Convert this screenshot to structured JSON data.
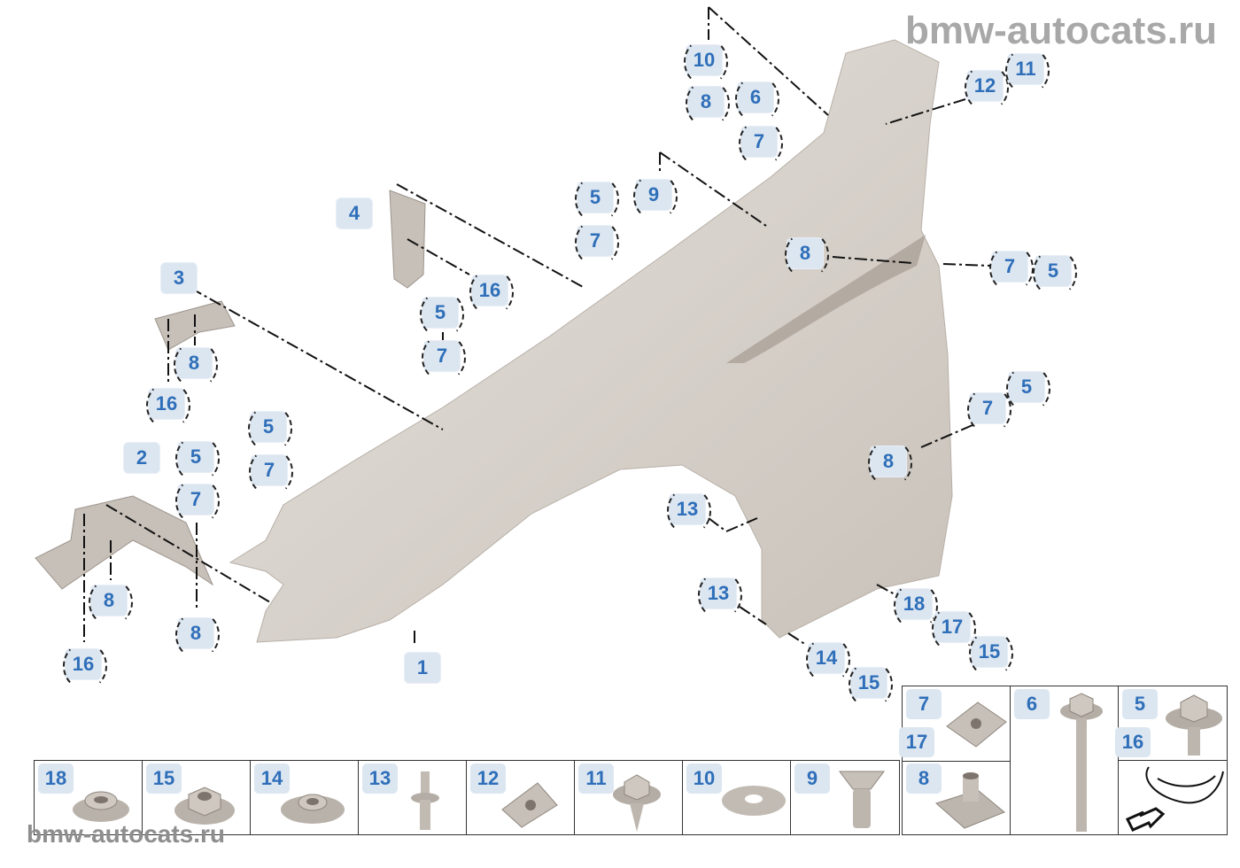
{
  "watermark": "bmw-autocats.ru",
  "callouts": [
    "10",
    "8",
    "6",
    "7",
    "12",
    "11",
    "9",
    "5",
    "7",
    "4",
    "16",
    "8",
    "7",
    "5",
    "3",
    "5",
    "7",
    "8",
    "16",
    "5",
    "7",
    "5",
    "2",
    "5",
    "7",
    "7",
    "8",
    "13",
    "13",
    "8",
    "8",
    "18",
    "17",
    "15",
    "1",
    "16",
    "14",
    "15"
  ],
  "parts_strip": [
    "18",
    "15",
    "14",
    "13",
    "12",
    "11",
    "10",
    "9",
    "8",
    "7",
    "17",
    "6",
    "5",
    "16"
  ],
  "colors": {
    "label_bg": "#dce6f1",
    "label_text": "#2f6fb9",
    "part": "#d3cdc6"
  }
}
